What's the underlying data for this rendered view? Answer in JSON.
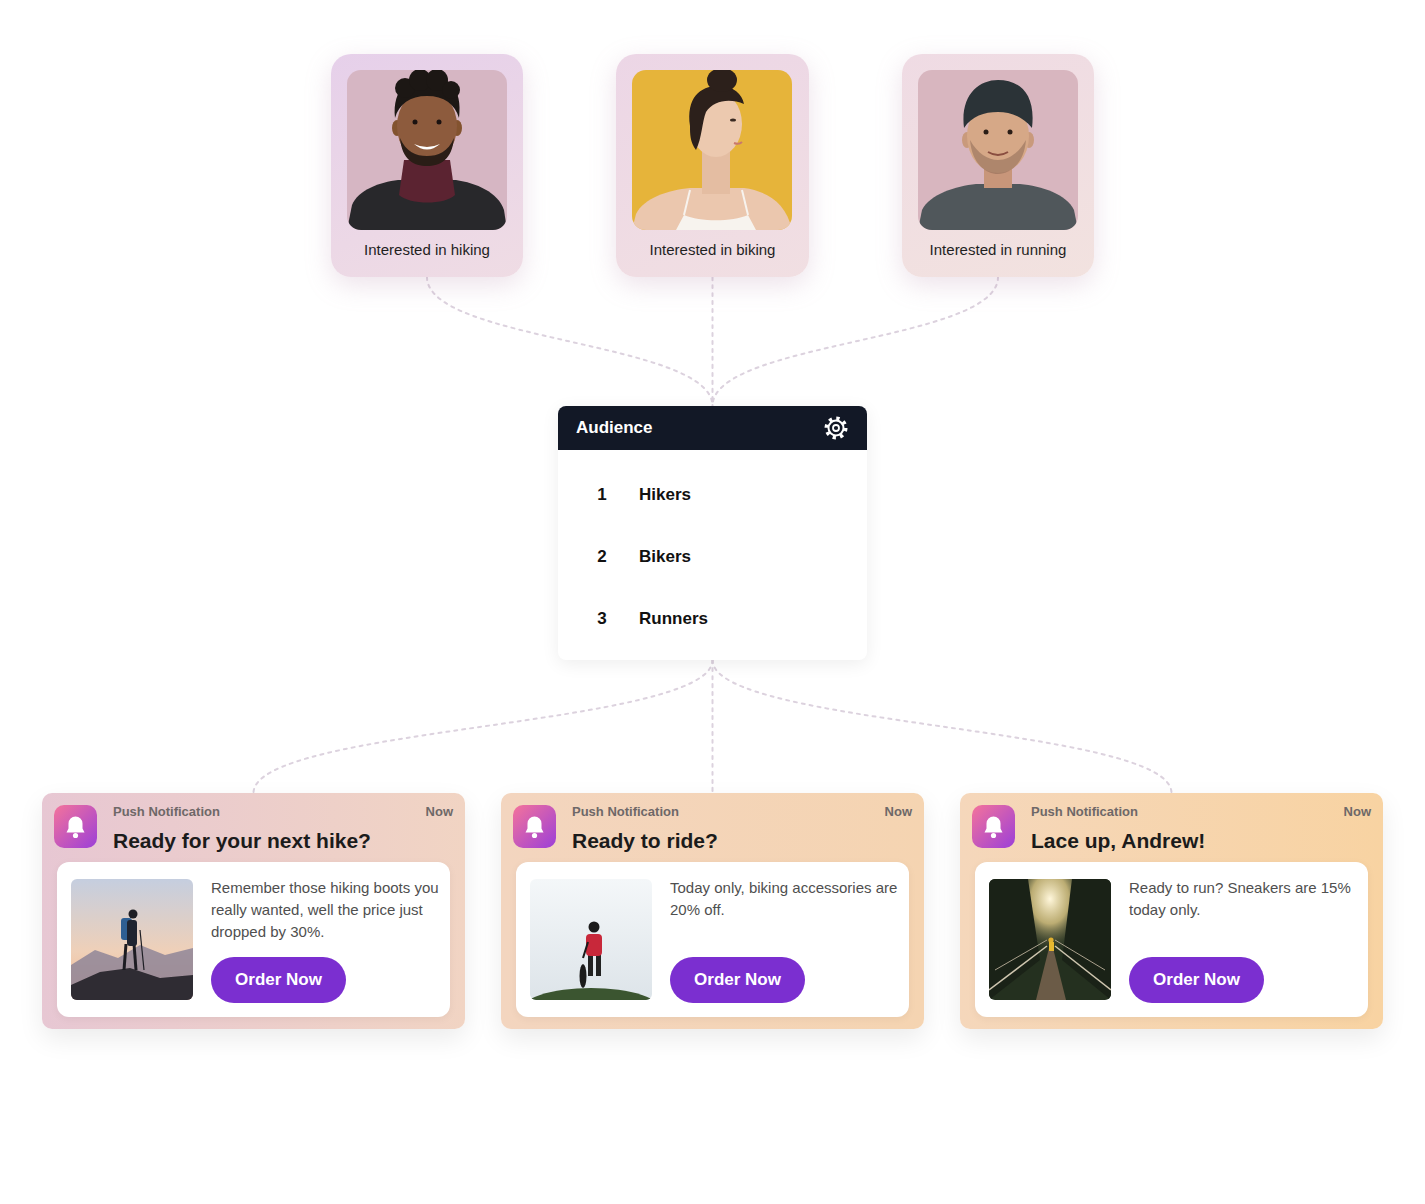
{
  "diagram": {
    "nodes": [
      {
        "text": [
          "Interested in hiking"
        ]
      },
      {
        "text": [
          "Interested in biking"
        ]
      },
      {
        "text": [
          "Interested in running"
        ]
      },
      {
        "text": [
          "Audience",
          "1",
          "Hikers",
          "2",
          "Bikers",
          "3",
          "Runners"
        ]
      },
      {
        "text": [
          "Push Notification",
          "Now",
          "Ready for your next hike?"
        ]
      },
      {
        "text": [
          "Remember those hiking boots you really wanted, well the price just dropped by 30%."
        ],
        "in": 4
      },
      {
        "text": [
          "Order Now"
        ],
        "in": 5
      },
      {
        "text": [
          "Push Notification",
          "Now",
          "Ready to ride?"
        ]
      },
      {
        "text": [
          "Today only, biking accessories are 20% off."
        ],
        "in": 7
      },
      {
        "text": [
          "Order Now"
        ],
        "in": 8
      },
      {
        "text": [
          "Push Notification",
          "Now",
          "Lace up, Andrew!"
        ]
      },
      {
        "text": [
          "Ready to run? Sneakers are 15% today only."
        ],
        "in": 10
      },
      {
        "text": [
          "Order Now"
        ],
        "in": 11
      }
    ],
    "edges": [
      {
        "from": 0,
        "to": 3,
        "arrow": "none"
      },
      {
        "from": 1,
        "to": 3,
        "arrow": "none"
      },
      {
        "from": 2,
        "to": 3,
        "arrow": "none"
      },
      {
        "from": 3,
        "to": 4,
        "arrow": "none"
      },
      {
        "from": 3,
        "to": 7,
        "arrow": "none"
      },
      {
        "from": 3,
        "to": 10,
        "arrow": "none"
      }
    ]
  }
}
